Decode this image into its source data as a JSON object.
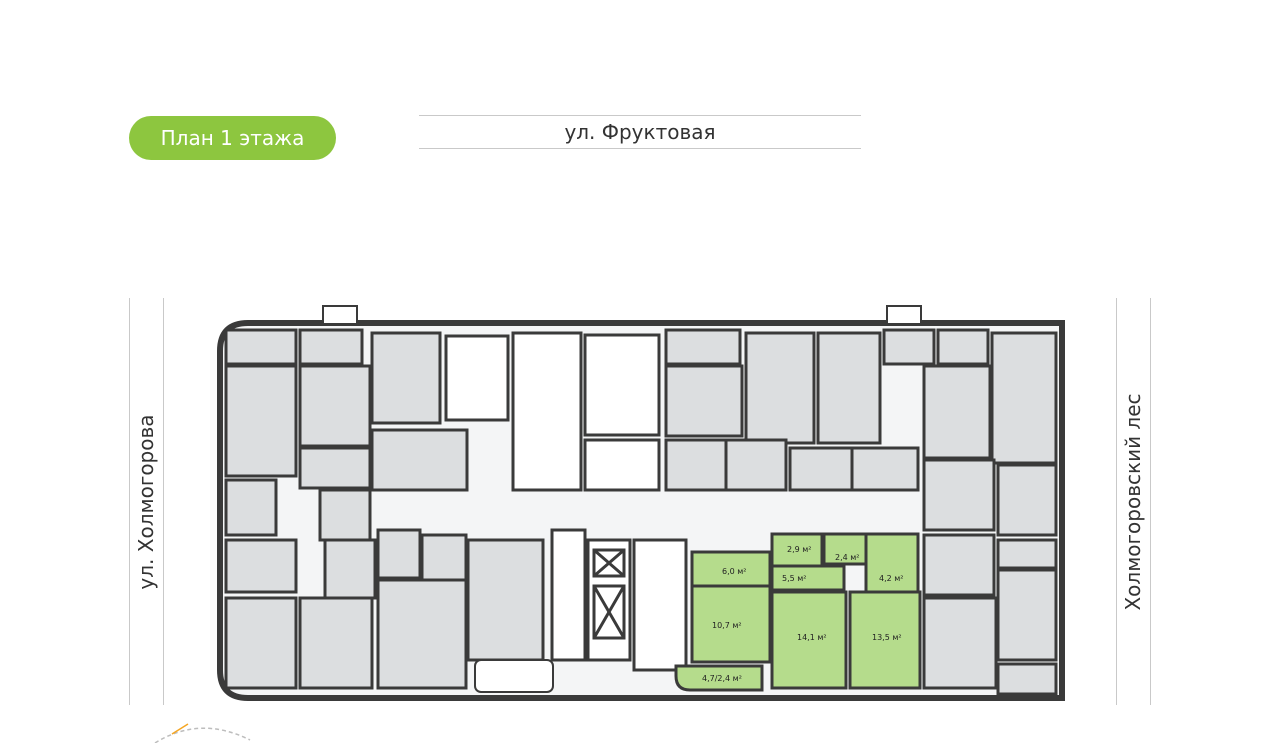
{
  "floor_badge": "План 1 этажа",
  "streets": {
    "top": "ул. Фруктовая",
    "left": "ул. Холмогорова",
    "right": "Холмогоровский лес"
  },
  "colors": {
    "accent": "#8dc63f",
    "room_fill": "#dcdee0",
    "highlight_fill": "#b5dc8c",
    "wall": "#3a3a3a"
  },
  "apartment": {
    "rooms": {
      "kitchen_6": "6,0 м²",
      "storage_2_9": "2,9 м²",
      "bath_2_4": "2,4 м²",
      "hall_5_5": "5,5 м²",
      "bath_4_2": "4,2 м²",
      "room_10_7": "10,7 м²",
      "room_14_1": "14,1 м²",
      "room_13_5": "13,5 м²",
      "balcony": "4,7/2,4 м²"
    }
  }
}
